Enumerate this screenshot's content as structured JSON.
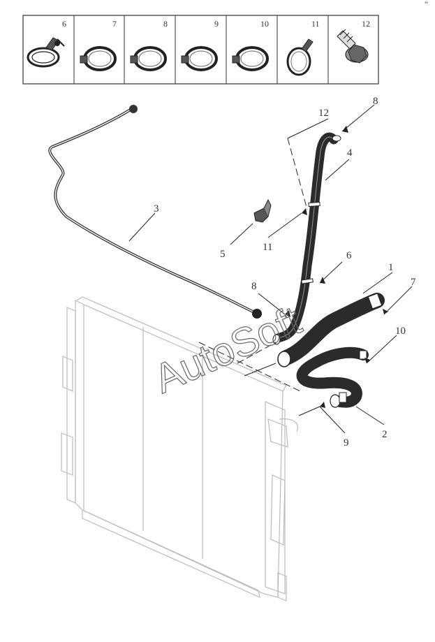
{
  "parts_strip": [
    {
      "number": "6",
      "icon": "band-clamp-icon"
    },
    {
      "number": "7",
      "icon": "worm-clamp-icon"
    },
    {
      "number": "8",
      "icon": "worm-clamp-icon"
    },
    {
      "number": "9",
      "icon": "worm-clamp-icon"
    },
    {
      "number": "10",
      "icon": "worm-clamp-icon"
    },
    {
      "number": "11",
      "icon": "spring-clamp-icon"
    },
    {
      "number": "12",
      "icon": "flange-bolt-icon"
    }
  ],
  "callouts": {
    "c1": "1",
    "c2": "2",
    "c3": "3",
    "c4": "4",
    "c5": "5",
    "c6": "6",
    "c7": "7",
    "c8a": "8",
    "c8b": "8",
    "c9": "9",
    "c10": "10",
    "c11": "11",
    "c12": "12"
  },
  "watermark": "AutoSoft",
  "corner_mark": "″",
  "colors": {
    "ink": "#222222",
    "light": "#bbbbbb",
    "hose": "#2b2b2b"
  }
}
